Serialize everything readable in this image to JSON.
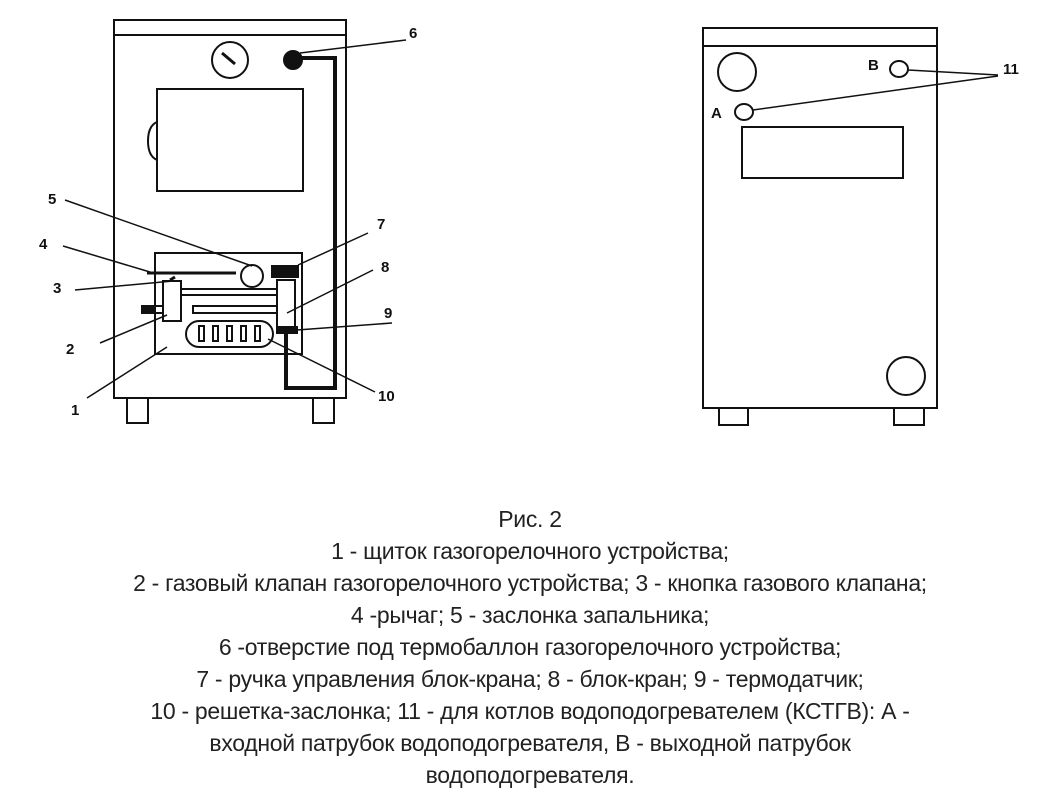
{
  "figure": {
    "front_labels": [
      "1",
      "2",
      "3",
      "4",
      "5",
      "6",
      "7",
      "8",
      "9",
      "10"
    ],
    "back_labels": {
      "a": "А",
      "b": "В",
      "n11": "11"
    }
  },
  "caption": {
    "title": "Рис. 2",
    "lines": [
      "1 - щиток газогорелочного устройства;",
      "2 - газовый клапан газогорелочного устройства; 3 - кнопка газового клапана;",
      "4 -рычаг; 5 - заслонка запальника;",
      "6 -отверстие под термобаллон газогорелочного устройства;",
      "7 - ручка управления блок-крана; 8 - блок-кран; 9 - термодатчик;",
      "10 - решетка-заслонка; 11 - для котлов  водоподогревателем (КСТГВ): А -",
      "входной патрубок водоподогревателя, В - выходной патрубок",
      "водоподогревателя."
    ]
  }
}
